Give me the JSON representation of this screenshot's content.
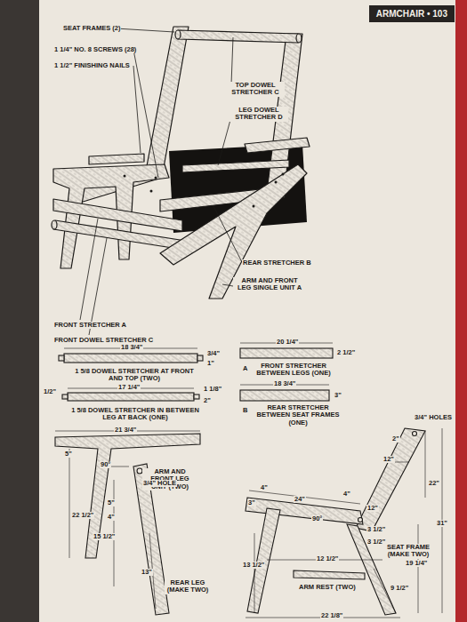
{
  "diagram": {
    "nodes": [
      {
        "text": [
          "ARMCHAIR • 103"
        ]
      }
    ],
    "labels": [
      "SEAT FRAMES (2)",
      "1 1/4\" NO. 8 SCREWS (28)",
      "1 1/2\" FINISHING NAILS",
      "TOP DOWEL STRETCHER C",
      "LEG DOWEL STRETCHER D",
      "REAR STRETCHER B",
      "ARM AND FRONT LEG SINGLE UNIT A",
      "FRONT STRETCHER A",
      "FRONT DOWEL STRETCHER C",
      "18 3/4\"",
      "3/4\"",
      "1\"",
      "1 5/8 DOWEL STRETCHER AT FRONT AND TOP (TWO)",
      "1/2\"",
      "17 1/4\"",
      "1 1/8\"",
      "2\"",
      "1 5/8 DOWEL STRETCHER IN BETWEEN LEG AT BACK (ONE)",
      "20 1/4\"",
      "2 1/2\"",
      "A",
      "FRONT STRETCHER BETWEEN LEGS (ONE)",
      "18 3/4\"",
      "3\"",
      "B",
      "REAR STRETCHER BETWEEN SEAT FRAMES (ONE)",
      "21 3/4\"",
      "5\"",
      "90°",
      "ARM AND FRONT LEG UNIT (TWO)",
      "22 1/2\"",
      "3/4\" HOLE",
      "5\"",
      "4\"",
      "15 1/2\"",
      "13\"",
      "REAR LEG (MAKE TWO)",
      "3/4\" HOLES",
      "2\"",
      "12\"",
      "22\"",
      "4\"",
      "4\"",
      "3\"",
      "24\"",
      "90°",
      "12\"",
      "3 1/2\"",
      "3 1/2\"",
      "31\"",
      "19 1/4\"",
      "SEAT FRAME (MAKE TWO)",
      "13 1/2\"",
      "12 1/2\"",
      "9 1/2\"",
      "ARM REST (TWO)",
      "22 1/8\""
    ]
  }
}
